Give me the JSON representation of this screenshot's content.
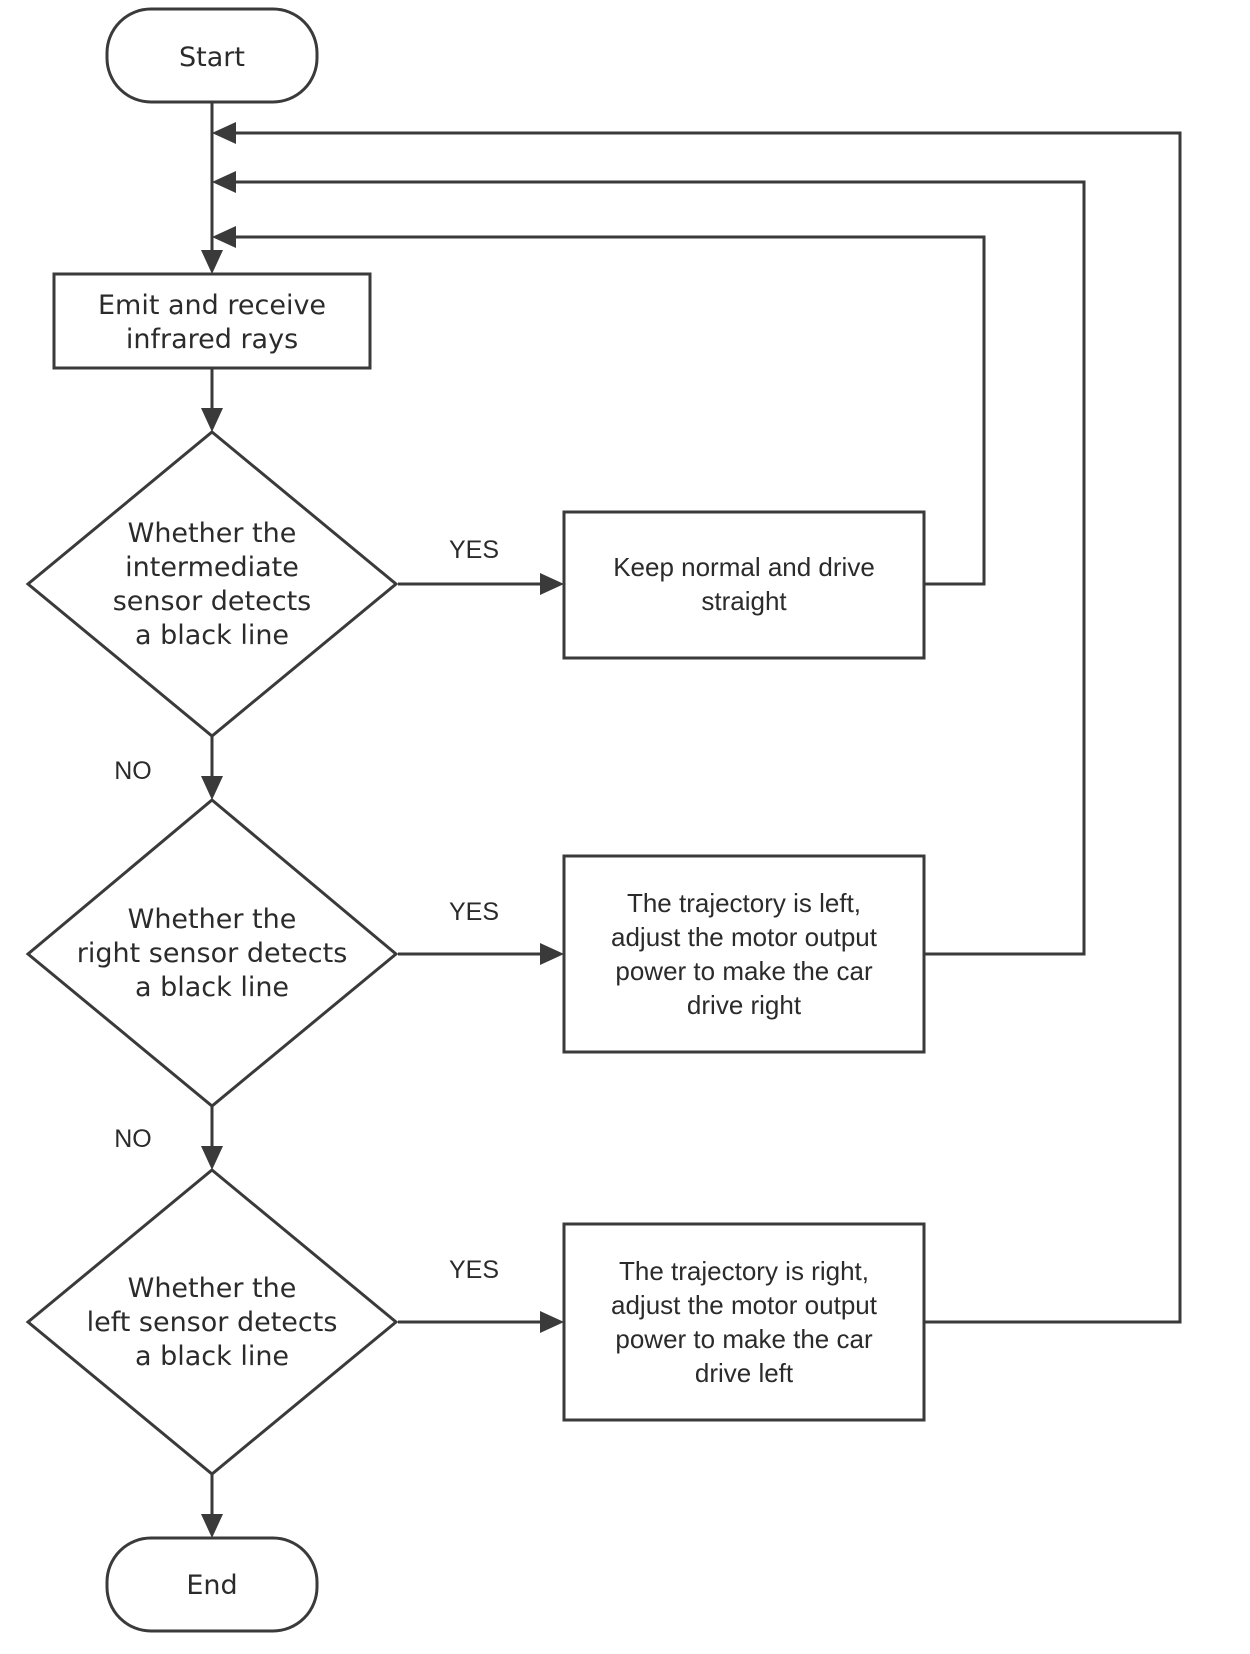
{
  "colors": {
    "stroke": "#3a3a3a",
    "text": "#2b2b2b",
    "background": "#ffffff"
  },
  "nodes": {
    "start": {
      "label": "Start"
    },
    "emit": {
      "lines": [
        "Emit and receive",
        "infrared rays"
      ]
    },
    "decision_middle": {
      "lines": [
        "Whether the",
        "intermediate",
        "sensor detects",
        "a black line"
      ]
    },
    "decision_right": {
      "lines": [
        "Whether the",
        "right sensor detects",
        "a black line"
      ]
    },
    "decision_left": {
      "lines": [
        "Whether the",
        "left sensor detects",
        "a black line"
      ]
    },
    "action_straight": {
      "lines": [
        "Keep normal and drive",
        "straight"
      ]
    },
    "action_drive_right": {
      "lines": [
        "The trajectory is left,",
        "adjust the motor output",
        "power to make the car",
        "drive right"
      ]
    },
    "action_drive_left": {
      "lines": [
        "The trajectory is right,",
        "adjust the motor output",
        "power to make the car",
        "drive left"
      ]
    },
    "end": {
      "label": "End"
    }
  },
  "branches": {
    "yes_label": "YES",
    "no_label": "NO"
  }
}
